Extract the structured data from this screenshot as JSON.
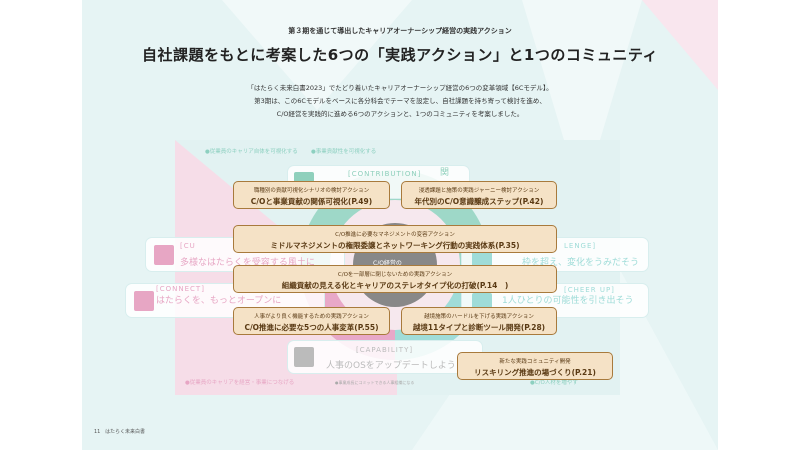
{
  "header": {
    "subtitle": "第３期を通じて導出したキャリアオーナーシップ経営の実践アクション",
    "title": "自社課題をもとに考案した6つの「実践アクション」と1つのコミュニティ"
  },
  "intro": [
    "「はたらく未来白書2023」でたどり着いたキャリアオーナーシップ経営の6つの変革領域【6Cモデル】。",
    "第3期は、この6Cモデルをベースに各分科会でテーマを設定し、自社課題を持ち寄って検討を進め、",
    "C/O経営を実践的に進める6つのアクションと、1つのコミュニティを考案しました。"
  ],
  "goals": {
    "top_left": "●従業員のキャリア自体を可視化する",
    "top_right": "●事業貢献性を可視化する",
    "bottom_left": "●従業員のキャリアを経営・事業につなげる",
    "bottom_center": "●事業成長にコミットできる人事組織になる",
    "bottom_right": "●C/O人材を増やす"
  },
  "categories": {
    "contribution": {
      "en": "[CONTRIBUTION]",
      "jp": "関"
    },
    "culture": {
      "en": "[CU",
      "jp": "多様なはたらくを受容する風土に"
    },
    "challenge": {
      "en": "LENGE]",
      "jp": "枠を超え、変化をうみだそう"
    },
    "connect": {
      "en": "[CONNECT]",
      "jp": "はたらくを、もっとオープンに"
    },
    "cheerup": {
      "en": "[CHEER UP]",
      "jp": "1人ひとりの可能性を引き出そう"
    },
    "capability": {
      "en": "[CAPABILITY]",
      "jp": "人事のOSをアップデートしよう"
    }
  },
  "center": {
    "label": "C/O経営の"
  },
  "actions": [
    {
      "sub": "職種別の貢献可視化シナリオの検討アクション",
      "main": "C/Oと事業貢献の関係可視化(P.49)"
    },
    {
      "sub": "浸透課題と施策の実践ジャーニー検討アクション",
      "main": "年代別のC/O意識醸成ステップ(P.42)"
    },
    {
      "sub": "C/O推進に必要なマネジメントの変容アクション",
      "main": "ミドルマネジメントの権限委譲とネットワーキング行動の実践体系(P.35)"
    },
    {
      "sub": "C/Oを一部層に閉じないための実践アクション",
      "main": "組織貢献の見える化とキャリアのステレオタイプ化の打破(P.14　)"
    },
    {
      "sub": "人事がより良く機能するための実践アクション",
      "main": "C/O推進に必要な5つの人事変革(P.55)"
    },
    {
      "sub": "越境施策のハードルを下げる実践アクション",
      "main": "越境11タイプと診断ツール開発(P.28)"
    }
  ],
  "community": {
    "sub": "新たな実践コミュニティ開発",
    "main": "リスキリング推進の場づくり(P.21)"
  },
  "footer": {
    "page": "11",
    "book": "はたらく未来白書"
  }
}
